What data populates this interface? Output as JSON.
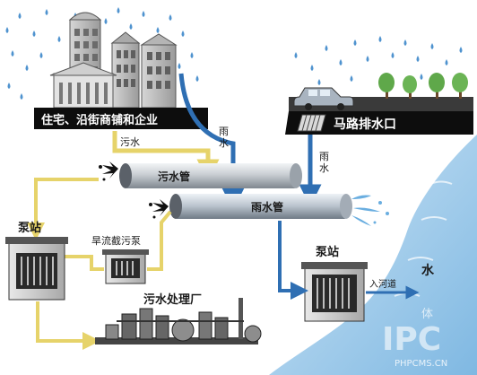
{
  "labels": {
    "residential": "住宅、沿街商铺和企业",
    "sewage": "污水",
    "rain_vertical": [
      "雨",
      "水"
    ],
    "road_outlet": "马路排水口",
    "sewage_pipe": "污水管",
    "rain_pipe": "雨水管",
    "pump_station_left": "泵站",
    "dry_flow_pump": "旱流截污泵",
    "pump_station_right": "泵站",
    "into_river": "入河道",
    "water": "水",
    "treatment_plant": "污水处理厂",
    "watermark_big": "IPC",
    "watermark_char": "体",
    "watermark_site": "PHPCMS.CN"
  },
  "colors": {
    "sewage_flow": "#e6d36a",
    "rain_flow": "#2f6fb3",
    "black_band": "#0d0d0d",
    "water": "#8fc3e8",
    "pipe": "#c9ced3"
  }
}
